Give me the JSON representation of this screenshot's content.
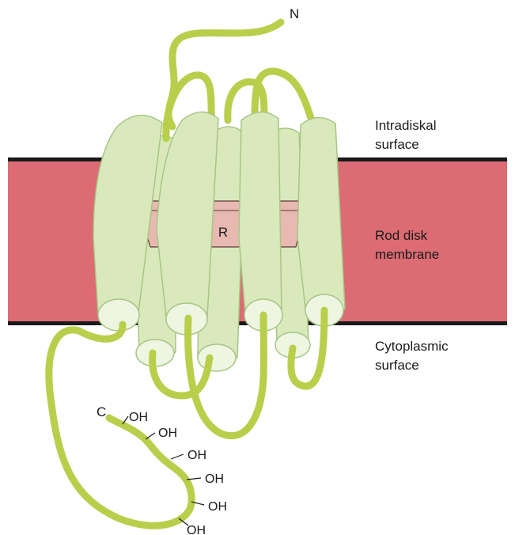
{
  "labels": {
    "n_terminus": "N",
    "c_terminus": "C",
    "intradiskal": [
      "Intradiskal",
      "surface"
    ],
    "membrane": [
      "Rod disk",
      "membrane"
    ],
    "cytoplasmic": [
      "Cytoplasmic",
      "surface"
    ],
    "retinal": "R",
    "hydroxyl": [
      "OH",
      "OH",
      "OH",
      "OH",
      "OH",
      "OH"
    ]
  },
  "colors": {
    "membrane": "#dc6b73",
    "membrane_border": "#1a1a1a",
    "helix": "#d9e9bc",
    "loop": "#b9cf4c",
    "retinal_fill": "#e8b9b0"
  }
}
